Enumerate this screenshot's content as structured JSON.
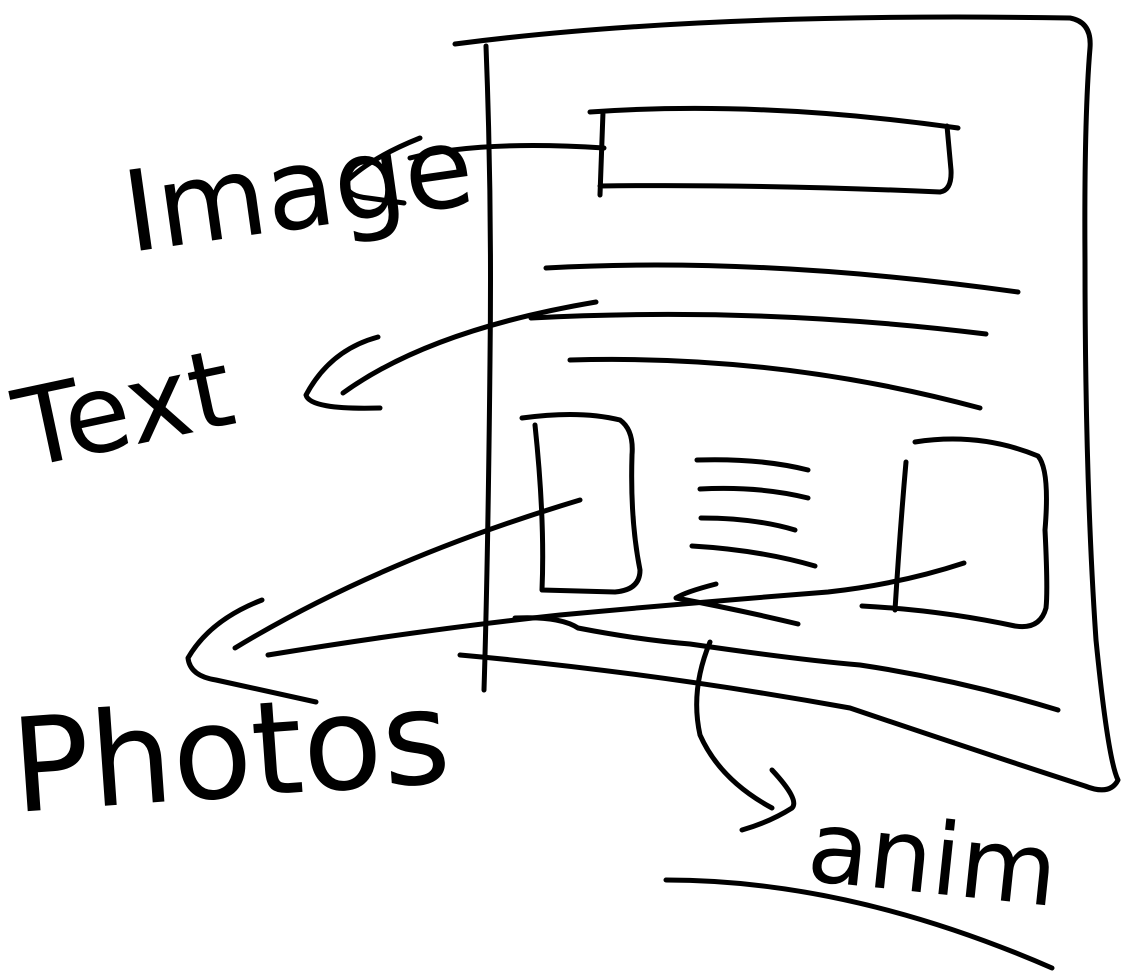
{
  "labels": {
    "image": "Image",
    "text": "Text",
    "photos": "Photos",
    "anim": "anim"
  },
  "colors": {
    "ink": "#000000",
    "paper": "#ffffff"
  }
}
